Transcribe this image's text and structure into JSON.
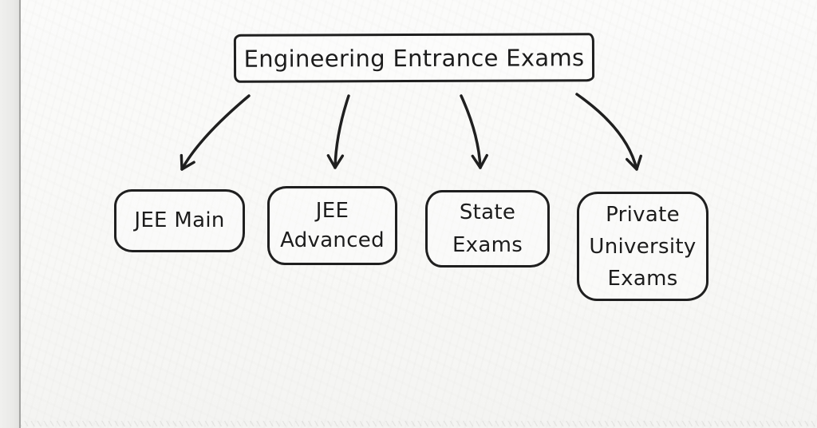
{
  "diagram": {
    "root": {
      "label": "Engineering Entrance Exams"
    },
    "children": [
      {
        "id": "jee-main",
        "lines": [
          "JEE Main"
        ]
      },
      {
        "id": "jee-advanced",
        "lines": [
          "JEE",
          "Advanced"
        ]
      },
      {
        "id": "state-exams",
        "lines": [
          "State",
          "Exams"
        ]
      },
      {
        "id": "private-university-exams",
        "lines": [
          "Private",
          "University",
          "Exams"
        ]
      }
    ]
  },
  "colors": {
    "ink": "#1f1f1f",
    "paper": "#fafaf8",
    "left_strip": "#ececea",
    "edge_line": "#a3a3a1"
  }
}
